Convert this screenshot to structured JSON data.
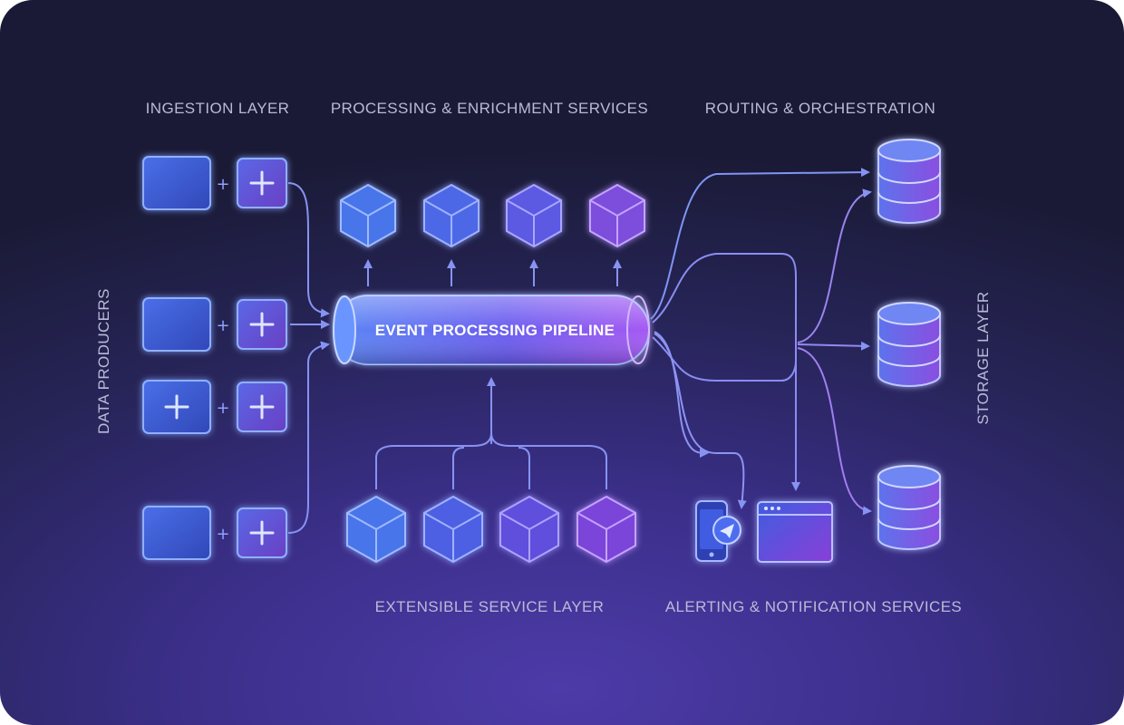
{
  "labels": {
    "ingestion": "INGESTION LAYER",
    "processing": "PROCESSING & ENRICHMENT SERVICES",
    "routing": "ROUTING & ORCHESTRATION",
    "producers": "DATA PRODUCERS",
    "storage": "STORAGE LAYER",
    "extensible": "EXTENSIBLE SERVICE LAYER",
    "alerting": "ALERTING & NOTIFICATION SERVICES"
  },
  "pipeline": {
    "label": "EVENT PROCESSING PIPELINE"
  },
  "colors": {
    "blue": "#5b8cf5",
    "violet": "#9b5cf0",
    "line": "#7d8af0",
    "text": "#b9bad8"
  },
  "icons": {
    "producer": "square-tile-icon",
    "ingestion": "plus-tile-icon",
    "service": "cube-icon",
    "storage": "database-icon",
    "mobile": "mobile-notification-icon",
    "browser": "browser-window-icon"
  }
}
